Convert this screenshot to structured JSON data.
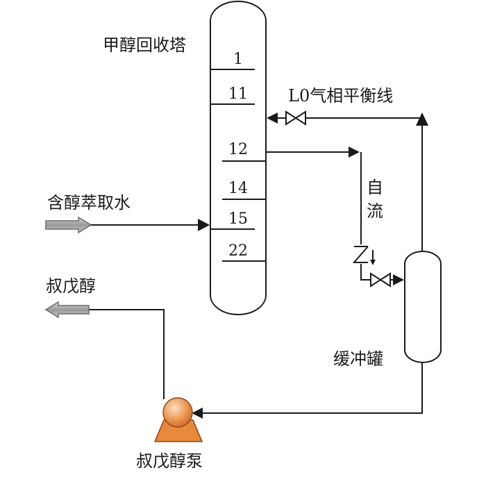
{
  "labels": {
    "column": "甲醇回收塔",
    "vapor_line": "L0气相平衡线",
    "gravity_flow_1": "自",
    "gravity_flow_2": "流",
    "extract_water": "含醇萃取水",
    "product": "叔戊醇",
    "buffer_tank": "缓冲罐",
    "pump": "叔戊醇泵"
  },
  "trays": [
    "1",
    "11",
    "12",
    "14",
    "15",
    "22"
  ],
  "colors": {
    "line": "#1a1a1a",
    "pump_body": "#e8883a",
    "pump_highlight": "#f8d2a8",
    "big_arrow": "#a8a8a8"
  }
}
